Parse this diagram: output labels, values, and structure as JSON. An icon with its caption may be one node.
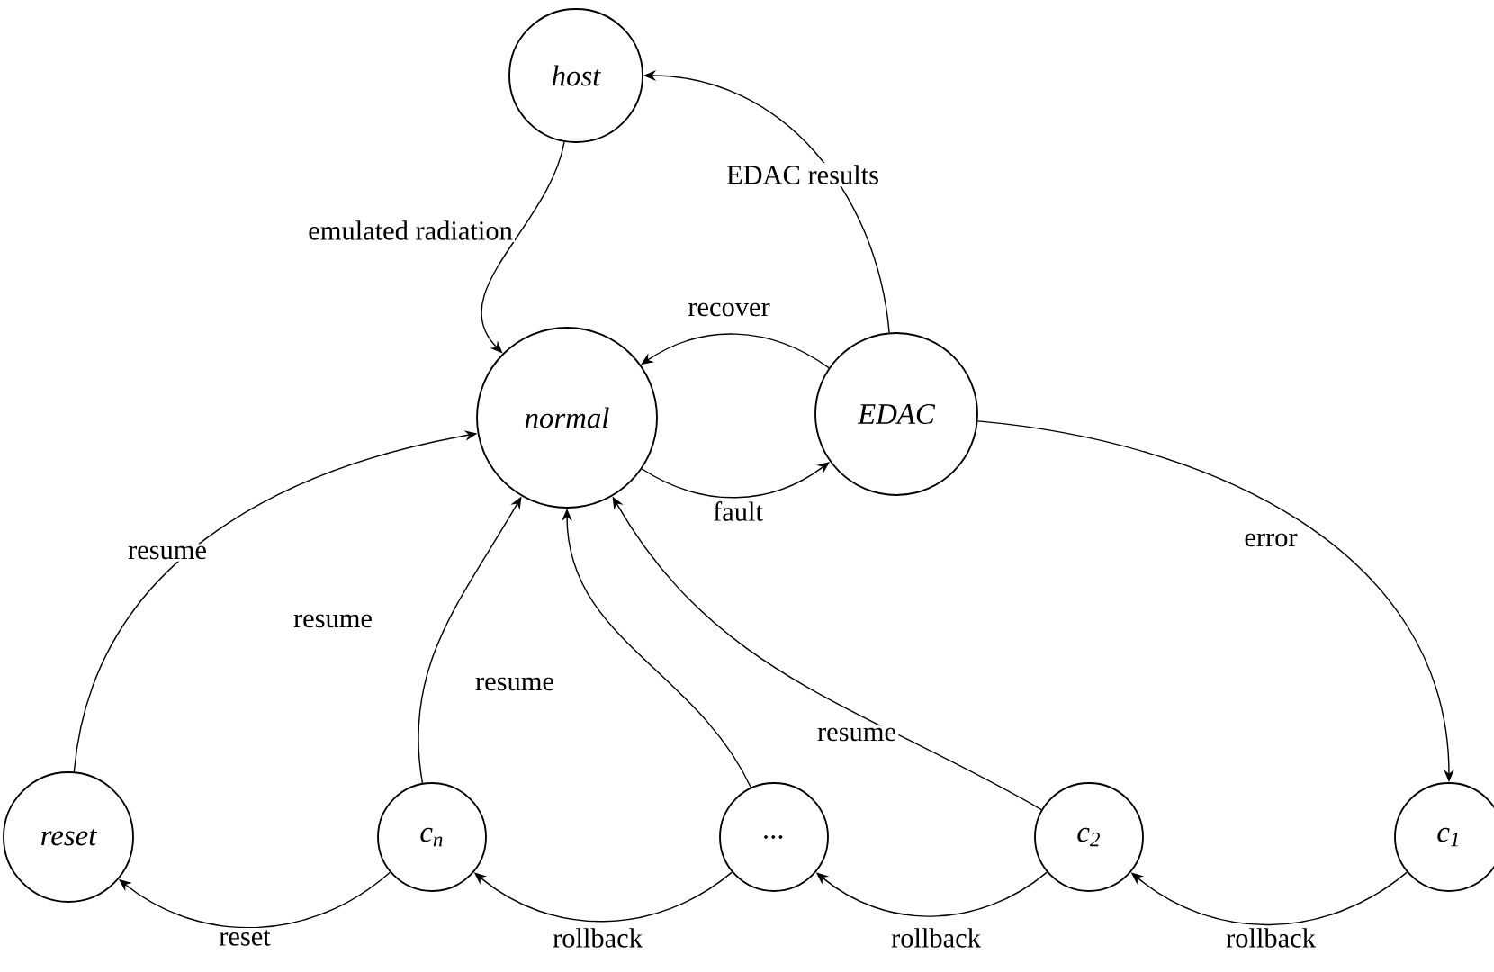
{
  "diagram": {
    "nodes": [
      {
        "text": [
          "host"
        ]
      },
      {
        "text": [
          "normal"
        ]
      },
      {
        "text": [
          "EDAC"
        ]
      },
      {
        "text": [
          "reset"
        ]
      },
      {
        "text": [
          "c$_{n}$"
        ]
      },
      {
        "text": [
          "..."
        ]
      },
      {
        "text": [
          "c$_{2}$"
        ]
      },
      {
        "text": [
          "c$_{1}$"
        ]
      }
    ],
    "edges": [
      {
        "from": 0,
        "to": 1,
        "arrow": "to",
        "label": "emulated radiation"
      },
      {
        "from": 2,
        "to": 0,
        "arrow": "to",
        "label": "EDAC results"
      },
      {
        "from": 2,
        "to": 1,
        "arrow": "to",
        "label": "recover"
      },
      {
        "from": 1,
        "to": 2,
        "arrow": "to",
        "label": "fault"
      },
      {
        "from": 2,
        "to": 7,
        "arrow": "to",
        "label": "error"
      },
      {
        "from": 7,
        "to": 6,
        "arrow": "to",
        "label": "rollback"
      },
      {
        "from": 6,
        "to": 5,
        "arrow": "to",
        "label": "rollback"
      },
      {
        "from": 5,
        "to": 4,
        "arrow": "to",
        "label": "rollback"
      },
      {
        "from": 4,
        "to": 3,
        "arrow": "to",
        "label": "reset"
      },
      {
        "from": 3,
        "to": 1,
        "arrow": "to",
        "label": "resume"
      },
      {
        "from": 4,
        "to": 1,
        "arrow": "to",
        "label": "resume"
      },
      {
        "from": 5,
        "to": 1,
        "arrow": "to",
        "label": "resume"
      },
      {
        "from": 6,
        "to": 1,
        "arrow": "to",
        "label": "resume"
      }
    ]
  }
}
